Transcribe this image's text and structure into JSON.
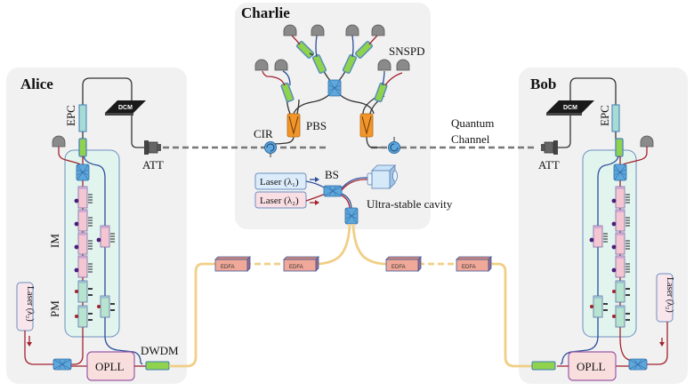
{
  "nodes": {
    "alice": {
      "title": "Alice",
      "epc": "EPC",
      "dcm": "DCM",
      "att": "ATT",
      "im": "IM",
      "pm": "PM",
      "laser": "Laser (λ₂)",
      "opll": "OPLL",
      "dwdm": "DWDM"
    },
    "charlie": {
      "title": "Charlie",
      "snspd": "SNSPD",
      "pbs": "PBS",
      "cir": "CIR",
      "bs": "BS",
      "laser1": "Laser (λ₁)",
      "laser2": "Laser (λ₂)",
      "cavity": "Ultra-stable cavity"
    },
    "bob": {
      "title": "Bob",
      "epc": "EPC",
      "dcm": "DCM",
      "att": "ATT",
      "laser": "Laser (λ₂)",
      "opll": "OPLL"
    }
  },
  "channel": {
    "label_line1": "Quantum",
    "label_line2": "Channel"
  },
  "amplifiers": {
    "edfa": "EDFA"
  },
  "colors": {
    "panel_bg": "#f1f1f1",
    "module_bg": "#e2f4ee",
    "module_border": "#6a8fbf",
    "fiber_red": "#a3222d",
    "fiber_blue": "#2a4f9a",
    "fiber_dark": "#333333",
    "fiber_yellow": "#f0cf86",
    "im_pink": "#f4c6d2",
    "pm_green": "#b7e4cf",
    "coupler_blue": "#5ea7dc",
    "epc_fill": "#a7dbd6",
    "wdm_green": "#8fd24e",
    "pbs_orange": "#f2952a",
    "opll_fill": "#f9dede",
    "opll_border": "#9a5aa8",
    "detector_gray": "#8a8a8a",
    "edfa_fill": "#f0a898"
  }
}
